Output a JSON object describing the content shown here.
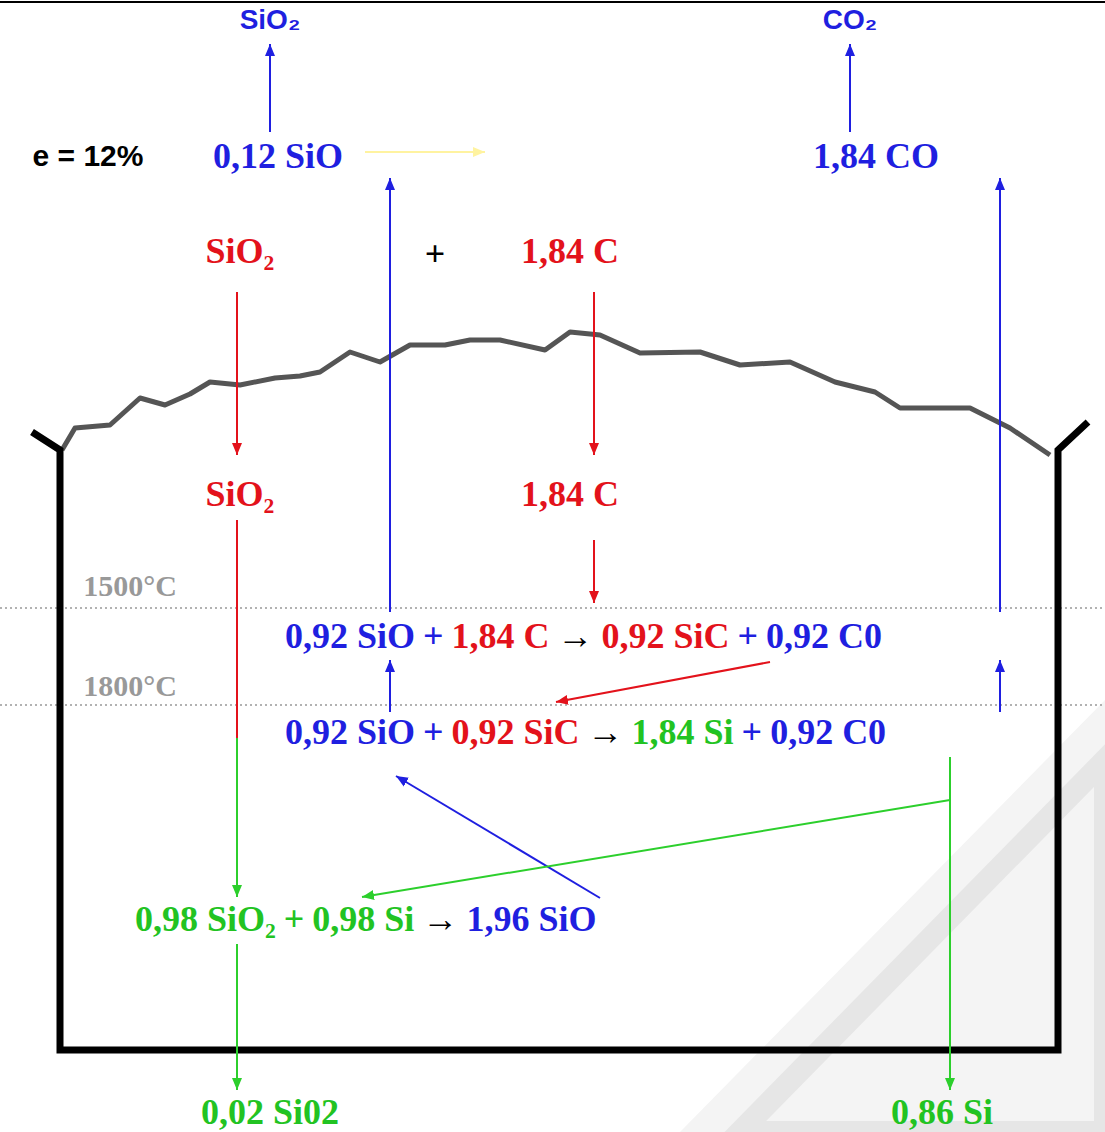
{
  "diagram": {
    "labels": [
      "SiO₂",
      "CO₂",
      "e = 12%",
      "0,12 SiO",
      "1,84 CO",
      "SiO₂",
      "+",
      "1,84 C",
      "SiO₂",
      "1,84 C",
      "1500°C",
      "0,92 SiO",
      "+",
      "1,84 C",
      "→",
      "0,92 SiC",
      "+",
      "0,92 C0",
      "1800°C",
      "0,92 SiO",
      "+",
      "0,92 SiC",
      "→",
      "1,84 Si",
      "+",
      "0,92 C0",
      "0,98 SiO₂",
      "+",
      "0,98 Si",
      "→",
      "1,96 SiO",
      "0,02 Si02",
      "0,86 Si"
    ]
  }
}
